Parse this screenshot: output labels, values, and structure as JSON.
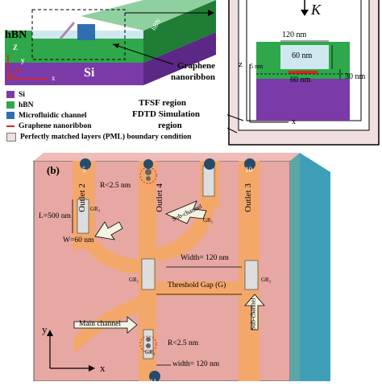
{
  "panel_a": {
    "hbn_label": "hBN",
    "hbn_small_label": "hBN",
    "si_label": "Si",
    "axis_x": "x",
    "axis_y": "y",
    "axis_z": "Z",
    "graphene_label_line1": "Graphene",
    "graphene_label_line2": "nanoribbon",
    "k_label": "K",
    "dim_120": "120 nm",
    "dim_60_top": "60 nm",
    "dim_5": "5 nm",
    "dim_60_bottom": "60 nm",
    "dim_30": "30 nm",
    "sim_axis_z": "z",
    "sim_axis_x": "x",
    "tfsf_label": "TFSF region",
    "fdtd_label_line1": "FDTD Simulation",
    "fdtd_label_line2": "region",
    "legend": [
      {
        "label": "Si",
        "color": "#7a3aa8",
        "kind": "box"
      },
      {
        "label": "hBN",
        "color": "#2ea84a",
        "kind": "box"
      },
      {
        "label": "Microfluidic channel",
        "color": "#2f6fb0",
        "kind": "box"
      },
      {
        "label": "Graphene nanoribbon",
        "color": "#d6281f",
        "kind": "line"
      },
      {
        "label": "Perfectly matched layers (PML) boundary condition",
        "color": "#f1dede",
        "kind": "box"
      }
    ]
  },
  "panel_b": {
    "tag": "(b)",
    "outlet2": "Outlet 2",
    "outlet4": "Outlet 4",
    "outlet3": "Outlet 3",
    "badge_5": "5",
    "badge_10": "10",
    "badge_bottom": "11",
    "r_top": "R<2.5 nm",
    "r_bottom": "R<2.5 nm",
    "sub_channel_top": "Sub-channel",
    "sub_channel_right": "Sub-channel",
    "main_channel": "Main channel",
    "l_label": "L=500 nm",
    "w_label": "W=60 nm",
    "width_120": "Width= 120 nm",
    "width_120_bottom": "width= 120 nm",
    "threshold_gap": "Threshold Gap (G)",
    "gr1": "GR₁",
    "gr2": "GR₂",
    "gr3": "GR₃",
    "gr4": "GR₄",
    "gr5": "GR₅",
    "axis_y": "y",
    "axis_x": "x",
    "colors": {
      "background": "#e7a7a3",
      "channel": "#f3a86a",
      "side_blue": "#3f9fb9",
      "side_teal": "#5aa7a8"
    }
  }
}
